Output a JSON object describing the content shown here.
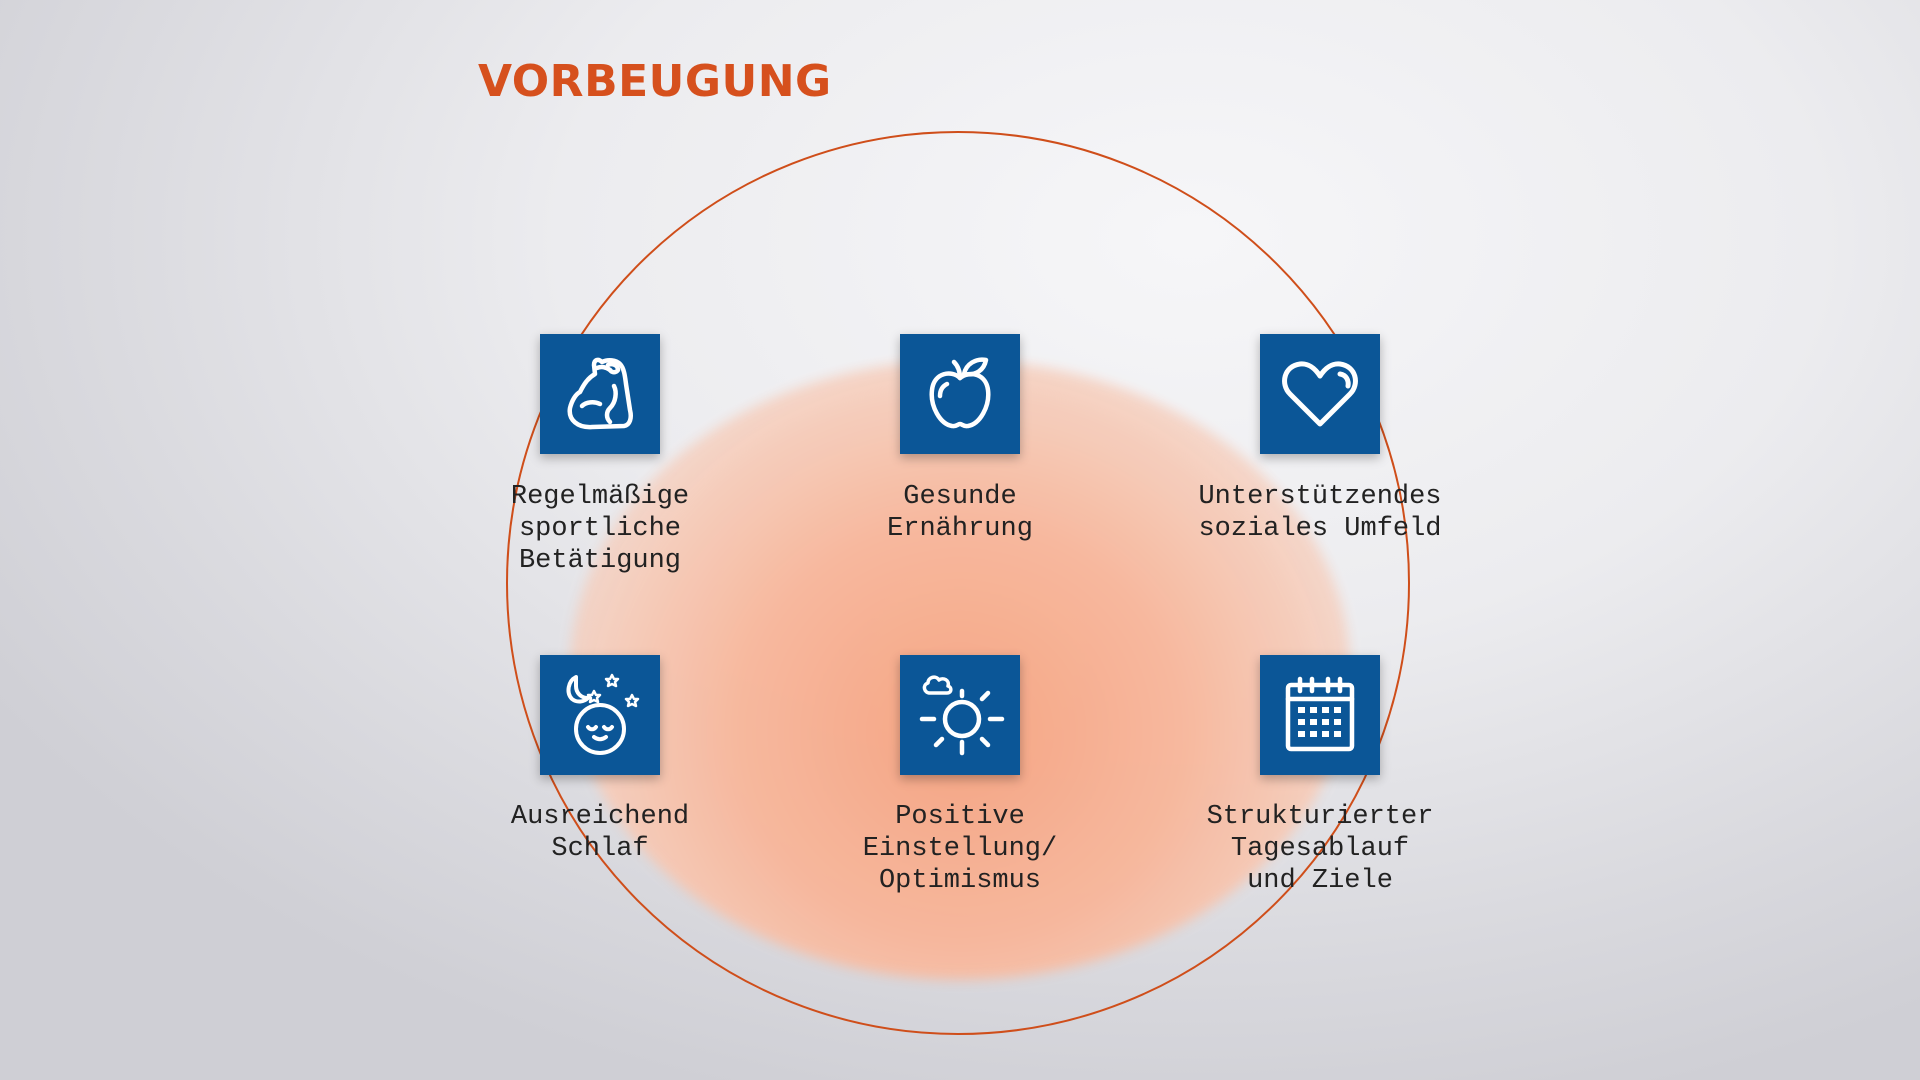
{
  "title": "VORBEUGUNG",
  "colors": {
    "accent": "#d6501d",
    "tile": "#0b5697",
    "text": "#222222"
  },
  "items": [
    {
      "icon": "flexed-arm-icon",
      "label": "Regelmäßige\nsportliche\nBetätigung"
    },
    {
      "icon": "apple-icon",
      "label": "Gesunde\nErnährung"
    },
    {
      "icon": "heart-icon",
      "label": "Unterstützendes\nsoziales Umfeld"
    },
    {
      "icon": "sleeping-face-moon-icon",
      "label": "Ausreichend\nSchlaf"
    },
    {
      "icon": "sun-cloud-icon",
      "label": "Positive\nEinstellung/\nOptimismus"
    },
    {
      "icon": "calendar-icon",
      "label": "Strukturierter\nTagesablauf\nund Ziele"
    }
  ]
}
